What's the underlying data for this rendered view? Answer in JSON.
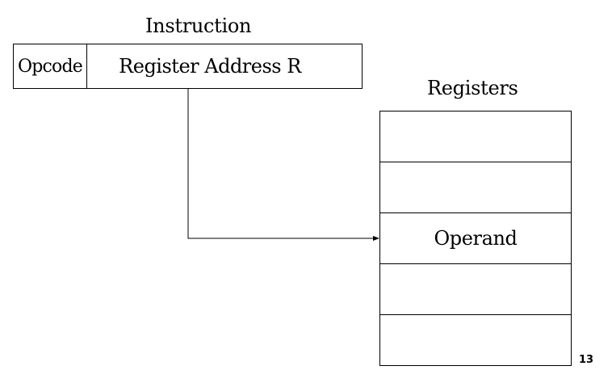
{
  "instruction": {
    "title": "Instruction",
    "opcode_label": "Opcode",
    "address_label": "Register Address R"
  },
  "registers": {
    "title": "Registers",
    "cells": [
      "",
      "",
      "Operand",
      "",
      ""
    ]
  },
  "page_number": "13"
}
